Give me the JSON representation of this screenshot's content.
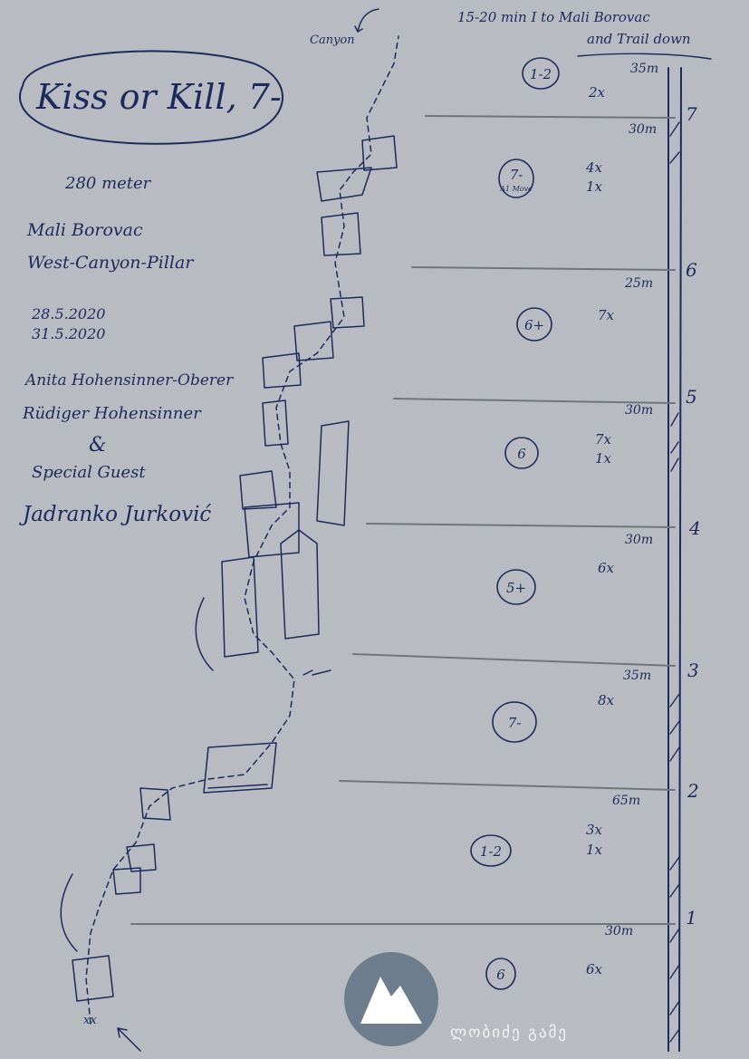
{
  "title": "Kiss or Kill, 7-",
  "length": "280 meter",
  "location": [
    "Mali Borovac",
    "West-Canyon-Pillar"
  ],
  "dates": [
    "28.5.2020",
    "31.5.2020"
  ],
  "authors": [
    "Anita Hohensinner-Oberer",
    "Rüdiger Hohensinner",
    "&",
    "Special Guest",
    "Jadranko Jurković"
  ],
  "descent": {
    "canyon": "Canyon",
    "note_line1": "15-20 min  I  to Mali Borovac",
    "note_line2": "and Trail down"
  },
  "pitches": [
    {
      "number": "7",
      "grade": "1-2",
      "length": "35m",
      "bolts": [
        "2x"
      ]
    },
    {
      "number": "6",
      "grade": "7-",
      "grade_note": "A1 Move",
      "length": "30m",
      "bolts": [
        "4x",
        "1x"
      ]
    },
    {
      "number": "5",
      "grade": "6+",
      "length": "25m",
      "bolts": [
        "7x"
      ]
    },
    {
      "number": "4",
      "grade": "6",
      "length": "30m",
      "bolts": [
        "7x",
        "1x"
      ]
    },
    {
      "number": "3",
      "grade": "5+",
      "length": "30m",
      "bolts": [
        "6x"
      ]
    },
    {
      "number": "2",
      "grade": "7-",
      "length": "35m",
      "bolts": [
        "8x"
      ]
    },
    {
      "number": "1",
      "grade": "1-2",
      "length": "65m",
      "bolts": [
        "3x",
        "1x"
      ]
    },
    {
      "number": "",
      "grade": "6",
      "length": "30m",
      "bolts": [
        "6x"
      ]
    }
  ],
  "start_label": "xx",
  "logo": {
    "icon": "mountain-icon",
    "circle_color": "#6e7d8e"
  }
}
